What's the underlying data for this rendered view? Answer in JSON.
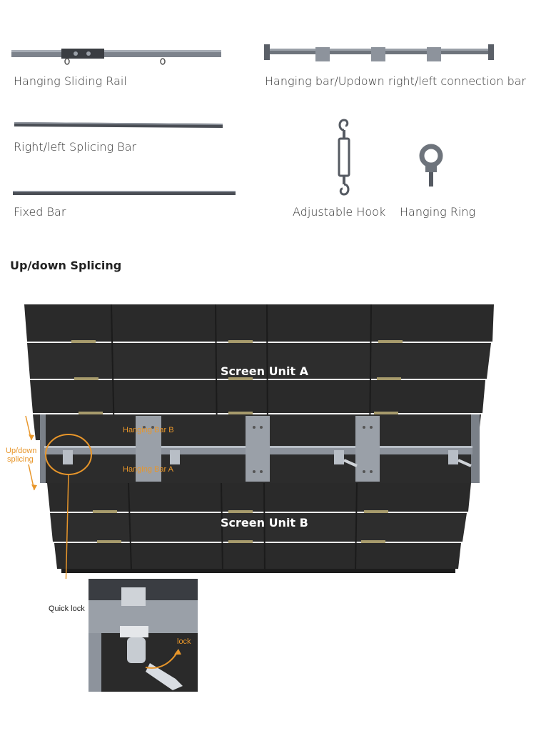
{
  "parts": {
    "hanging_sliding_rail": "Hanging Sliding Rail",
    "hanging_bar_connection": "Hanging bar/Updown right/left connection bar",
    "splicing_bar": "Right/left Splicing Bar",
    "fixed_bar": "Fixed Bar",
    "adjustable_hook": "Adjustable Hook",
    "hanging_ring": "Hanging Ring"
  },
  "section": {
    "title": "Up/down Splicing"
  },
  "diagram": {
    "screen_unit_a": "Screen Unit A",
    "screen_unit_b": "Screen Unit B",
    "hanging_bar_b": "Hanging Bar B",
    "hanging_bar_a": "Hanging Bar A",
    "updown_line1": "Up/down",
    "updown_line2": "splicing",
    "quick_lock": "Quick lock",
    "lock": "lock"
  },
  "colors": {
    "accent": "#e8962a",
    "panel_dark": "#2b2b2b",
    "metal": "#8d939c"
  }
}
